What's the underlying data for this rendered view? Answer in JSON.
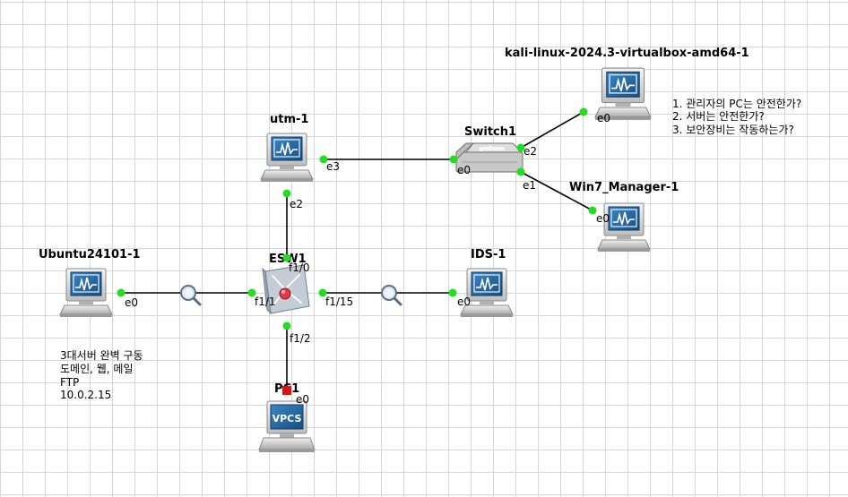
{
  "nodes": {
    "kali": {
      "label": "kali-linux-2024.3-virtualbox-amd64-1",
      "port": "e0"
    },
    "switch1": {
      "label": "Switch1",
      "ports": {
        "e0": "e0",
        "e1": "e1",
        "e2": "e2"
      }
    },
    "win7": {
      "label": "Win7_Manager-1",
      "port": "e0"
    },
    "utm": {
      "label": "utm-1",
      "ports": {
        "e2": "e2",
        "e3": "e3"
      }
    },
    "esw1": {
      "label": "ESW1",
      "ports": {
        "f1_0": "f1/0",
        "f1_1": "f1/1",
        "f1_15": "f1/15",
        "f1_2": "f1/2"
      }
    },
    "ubuntu": {
      "label": "Ubuntu24101-1",
      "port": "e0"
    },
    "ids": {
      "label": "IDS-1",
      "port": "e0"
    },
    "pc1": {
      "label": "PC1",
      "port": "e0",
      "badge": "VPCS"
    }
  },
  "notes": {
    "questions": [
      "1. 관리자의 PC는 안전한가?",
      "2. 서버는 안전한가?",
      "3. 보안장비는 작동하는가?"
    ],
    "server": [
      "3대서버 완벽 구동",
      "도메인, 웹, 메일",
      "FTP",
      "10.0.2.15"
    ]
  },
  "colors": {
    "link": "#000000",
    "port_up": "#22dd22",
    "port_down": "#dd1111",
    "screen": "#1d5d95"
  }
}
